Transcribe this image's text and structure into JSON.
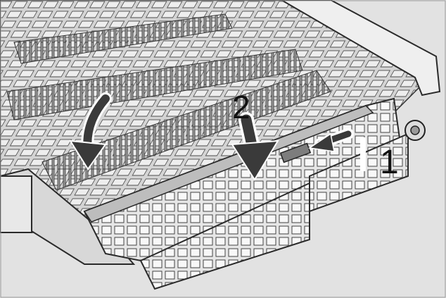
{
  "illustration": {
    "subject": "dishwasher-basket-fold-down-tines",
    "step_labels": [
      "2",
      "1"
    ]
  },
  "colors": {
    "background": "#e2e2e2",
    "rack": "#cfcfcf",
    "outline": "#2a2a2a",
    "tine": "#9a9a9a",
    "arrow": "#3a3a3a",
    "label": "#111111"
  },
  "icons": [
    "fold-down-arrow-icon",
    "push-arrow-icon",
    "slide-arrow-icon"
  ]
}
